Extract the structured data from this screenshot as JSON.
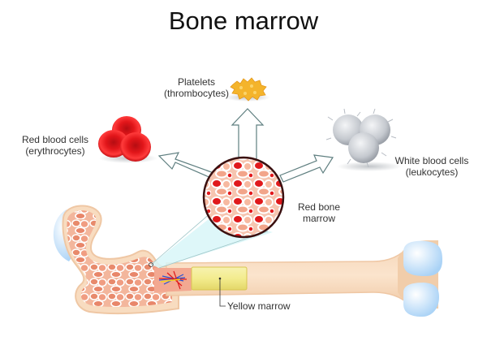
{
  "title": "Bone marrow",
  "labels": {
    "platelets": {
      "line1": "Platelets",
      "line2": "(thrombocytes)"
    },
    "red_blood_cells": {
      "line1": "Red blood cells",
      "line2": "(erythrocytes)"
    },
    "white_blood_cells": {
      "line1": "White blood cells",
      "line2": "(leukocytes)"
    },
    "red_bone_marrow": {
      "line1": "Red bone",
      "line2": "marrow"
    },
    "yellow_marrow": "Yellow marrow"
  },
  "colors": {
    "bone": "#f8dcc0",
    "bone_edge": "#efc7a4",
    "cartilage": "#cfe6fb",
    "red_cell": "#e2161a",
    "platelet": "#f4b42b",
    "white_cell": "#c9cdd3",
    "yellow_marrow": "#f2ea8c",
    "spongy": "#ee9c80",
    "arrow_stroke": "#5f7f80",
    "zoom_cone": "#d8f6f8"
  }
}
